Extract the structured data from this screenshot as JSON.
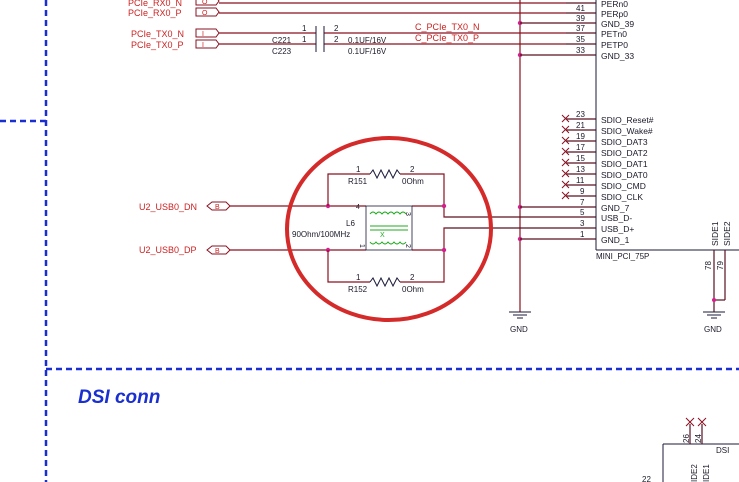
{
  "nets_left": {
    "pcie_rx0_n": "PCIe_RX0_N",
    "pcie_rx0_p": "PCIe_RX0_P",
    "pcie_tx0_n": "PCIe_TX0_N",
    "pcie_tx0_p": "PCIe_TX0_P",
    "usb_dn": "U2_USB0_DN",
    "usb_dp": "U2_USB0_DP",
    "port_o": "O",
    "port_i": "I",
    "port_b": "B"
  },
  "capacitors": {
    "c221": {
      "ref": "C221",
      "value": "0.1UF/16V",
      "pin1": "1",
      "pin2": "2"
    },
    "c223": {
      "ref": "C223",
      "value": "0.1UF/16V",
      "pin1": "1",
      "pin2": "2"
    }
  },
  "cap_nets": {
    "tx_n": "C_PCIe_TX0_N",
    "tx_p": "C_PCIe_TX0_P"
  },
  "connector": {
    "name": "MINI_PCI_75P",
    "side1": "SIDE1",
    "side2": "SIDE2",
    "side_pins": [
      "78",
      "79"
    ],
    "pins": [
      {
        "num": "",
        "name": "PERn0"
      },
      {
        "num": "41",
        "name": "PERp0"
      },
      {
        "num": "39",
        "name": "GND_39"
      },
      {
        "num": "37",
        "name": "PETn0"
      },
      {
        "num": "35",
        "name": "PETP0"
      },
      {
        "num": "33",
        "name": "GND_33"
      },
      {
        "num": "23",
        "name": "SDIO_Reset#"
      },
      {
        "num": "21",
        "name": "SDIO_Wake#"
      },
      {
        "num": "19",
        "name": "SDIO_DAT3"
      },
      {
        "num": "17",
        "name": "SDIO_DAT2"
      },
      {
        "num": "15",
        "name": "SDIO_DAT1"
      },
      {
        "num": "13",
        "name": "SDIO_DAT0"
      },
      {
        "num": "11",
        "name": "SDIO_CMD"
      },
      {
        "num": "9",
        "name": "SDIO_CLK"
      },
      {
        "num": "7",
        "name": "GND_7"
      },
      {
        "num": "5",
        "name": "USB_D-"
      },
      {
        "num": "3",
        "name": "USB_D+"
      },
      {
        "num": "1",
        "name": "GND_1"
      }
    ]
  },
  "resistors": {
    "r151": {
      "ref": "R151",
      "value": "0Ohm",
      "pin1": "1",
      "pin2": "2"
    },
    "r152": {
      "ref": "R152",
      "value": "0Ohm",
      "pin1": "1",
      "pin2": "2"
    }
  },
  "choke": {
    "ref": "L6",
    "value": "90Ohm/100MHz",
    "mark": "X",
    "pins": [
      "4",
      "3",
      "1",
      "2"
    ]
  },
  "ground": {
    "gnd1": "GND",
    "gnd2": "GND"
  },
  "section": {
    "title": "DSI conn"
  },
  "dsi": {
    "label": "DSI",
    "pins": [
      "26",
      "24",
      "22"
    ],
    "side_labels": [
      "IDE2",
      "IDE1"
    ]
  },
  "colors": {
    "wire": "#8a1020",
    "net_label": "#cc2222",
    "border": "#1a2fd0",
    "highlight_circle": "#d42a2a",
    "choke": "#22aa22"
  }
}
